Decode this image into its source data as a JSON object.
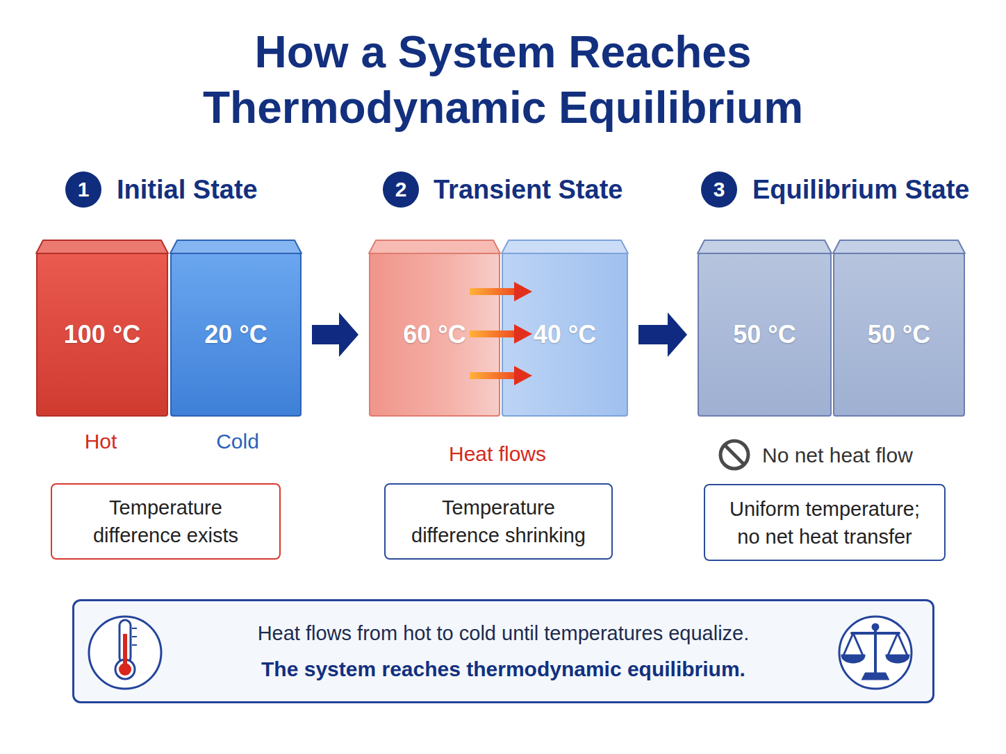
{
  "diagram": {
    "title": "How a System Reaches Thermodynamic Equilibrium",
    "nodes": [
      {
        "text": [
          "1"
        ]
      },
      {
        "text": [
          "2"
        ]
      },
      {
        "text": [
          "3"
        ]
      },
      {
        "text": [
          "100 °C"
        ]
      },
      {
        "text": [
          "20 °C"
        ]
      },
      {
        "text": [
          "60 °C"
        ]
      },
      {
        "text": [
          "40 °C"
        ]
      },
      {
        "text": [
          "50 °C"
        ]
      },
      {
        "text": [
          "50 °C"
        ]
      },
      {
        "text": [
          "Temperature difference exists"
        ]
      },
      {
        "text": [
          "Temperature difference shrinking"
        ]
      },
      {
        "text": [
          "Uniform temperature; no net heat transfer"
        ]
      },
      {
        "text": [
          "Heat flows from hot to cold until temperatures equalize.",
          "The system reaches thermodynamic equilibrium."
        ]
      }
    ],
    "edges": [
      {
        "from": 4,
        "to": 5,
        "arrow": "to"
      },
      {
        "from": 6,
        "to": 7,
        "arrow": "to"
      }
    ],
    "labels": [
      "Initial State",
      "Transient State",
      "Equilibrium State",
      "Hot",
      "Cold",
      "Heat flows",
      "No net heat flow"
    ]
  }
}
